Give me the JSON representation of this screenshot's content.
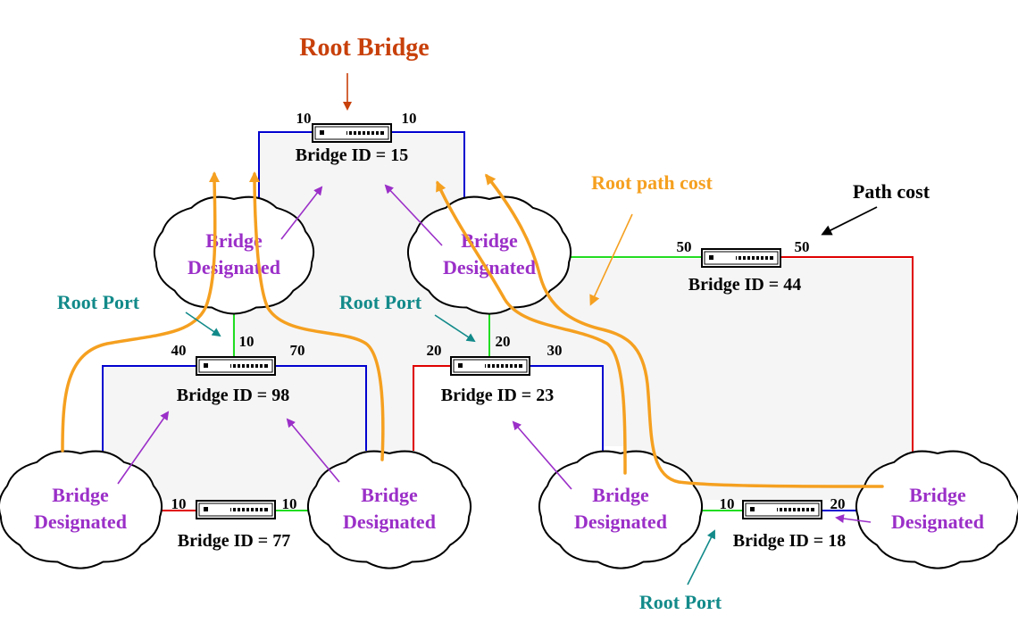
{
  "title": "Root Bridge",
  "annotations": {
    "root_path_cost": "Root path cost",
    "path_cost": "Path cost",
    "root_port": "Root Port"
  },
  "cloud_line1": "Bridge",
  "cloud_line2": "Designated",
  "bridges": [
    {
      "id": "b15",
      "label": "Bridge ID = 15",
      "left_cost": "10",
      "right_cost": "10"
    },
    {
      "id": "b98",
      "label": "Bridge ID = 98",
      "left_cost": "40",
      "top_cost": "10",
      "right_cost": "70"
    },
    {
      "id": "b23",
      "label": "Bridge ID = 23",
      "left_cost": "20",
      "top_cost": "20",
      "right_cost": "30"
    },
    {
      "id": "b44",
      "label": "Bridge ID = 44",
      "left_cost": "50",
      "right_cost": "50"
    },
    {
      "id": "b77",
      "label": "Bridge ID = 77",
      "left_cost": "10",
      "right_cost": "10"
    },
    {
      "id": "b18",
      "label": "Bridge ID = 18",
      "left_cost": "10",
      "right_cost": "20"
    }
  ],
  "colors": {
    "root_bridge": "#c8400a",
    "designated": "#9b2fc8",
    "root_port": "#138a8a",
    "root_path": "#f5a020",
    "link_blue": "#0000d0",
    "link_green": "#22dd22",
    "link_red": "#e00000",
    "region_fill": "#f5f5f5"
  }
}
